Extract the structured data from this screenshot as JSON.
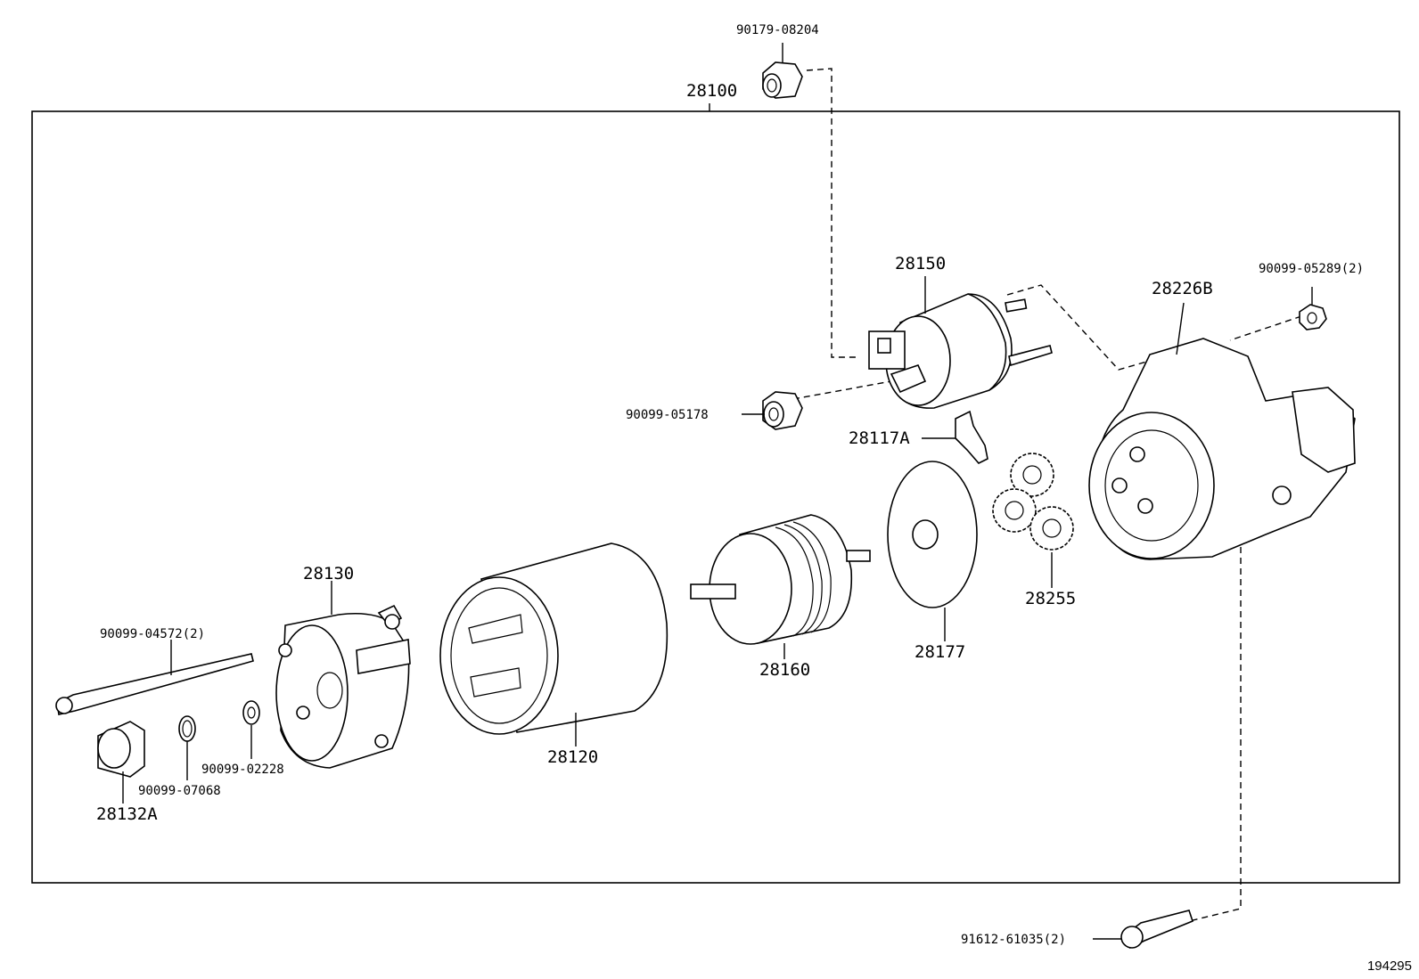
{
  "labels": {
    "p28100": "28100",
    "p90179_08204": "90179-08204",
    "p28150": "28150",
    "p28226B": "28226B",
    "p90099_05289": "90099-05289(2)",
    "p90099_05178": "90099-05178",
    "p28117A": "28117A",
    "p28255": "28255",
    "p28177": "28177",
    "p28160": "28160",
    "p28130": "28130",
    "p28120": "28120",
    "p90099_04572": "90099-04572(2)",
    "p90099_02228": "90099-02228",
    "p90099_07068": "90099-07068",
    "p28132A": "28132A",
    "p91612_61035": "91612-61035(2)"
  },
  "diagram_id": "194295"
}
